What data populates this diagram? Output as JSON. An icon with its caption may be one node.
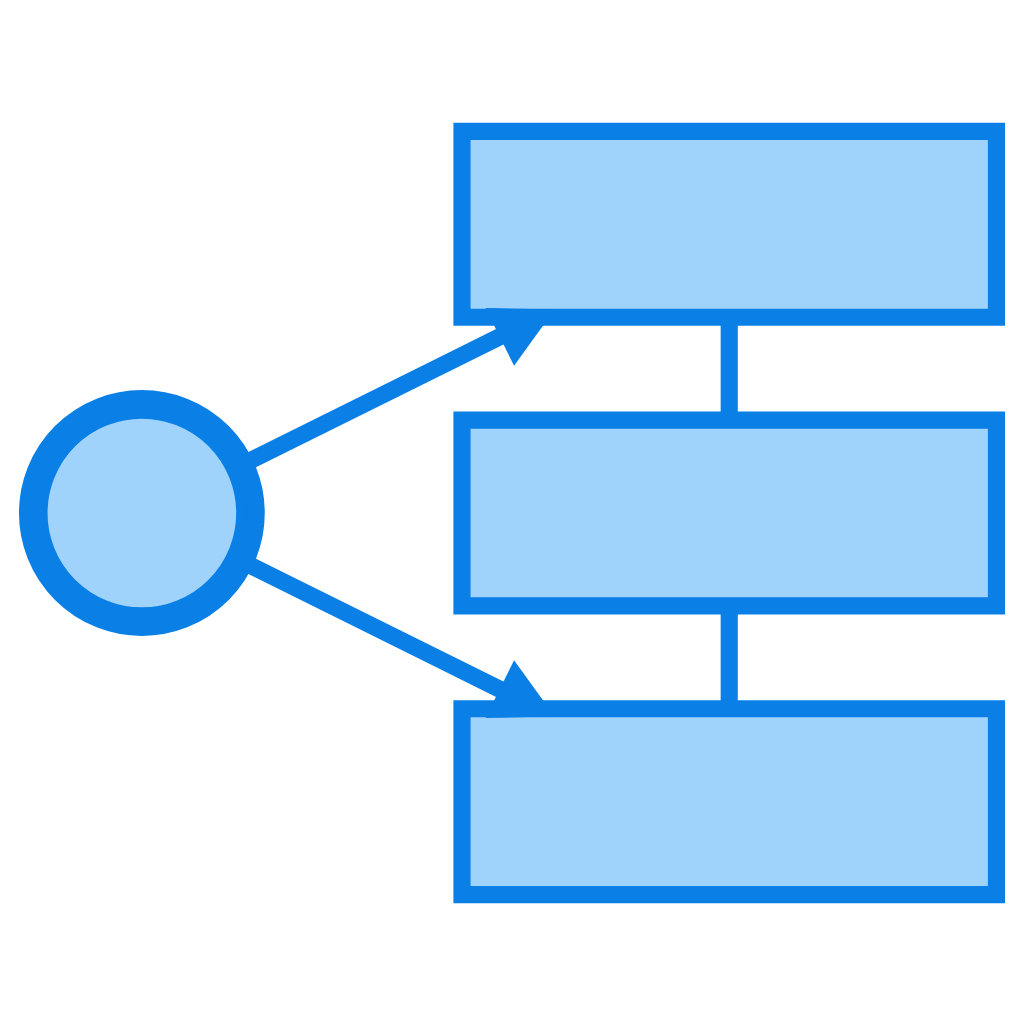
{
  "diagram": {
    "nodes": [
      {
        "text": [],
        "shape": "gear"
      },
      {
        "text": [],
        "shape": "box"
      },
      {
        "text": [],
        "shape": "box"
      },
      {
        "text": [],
        "shape": "box"
      }
    ],
    "edges": [
      {
        "from": 0,
        "to": 1,
        "arrow": "to"
      },
      {
        "from": 1,
        "to": 2,
        "arrow": "none"
      },
      {
        "from": 2,
        "to": 3,
        "arrow": "none"
      },
      {
        "from": 0,
        "to": 3,
        "arrow": "to"
      }
    ]
  }
}
